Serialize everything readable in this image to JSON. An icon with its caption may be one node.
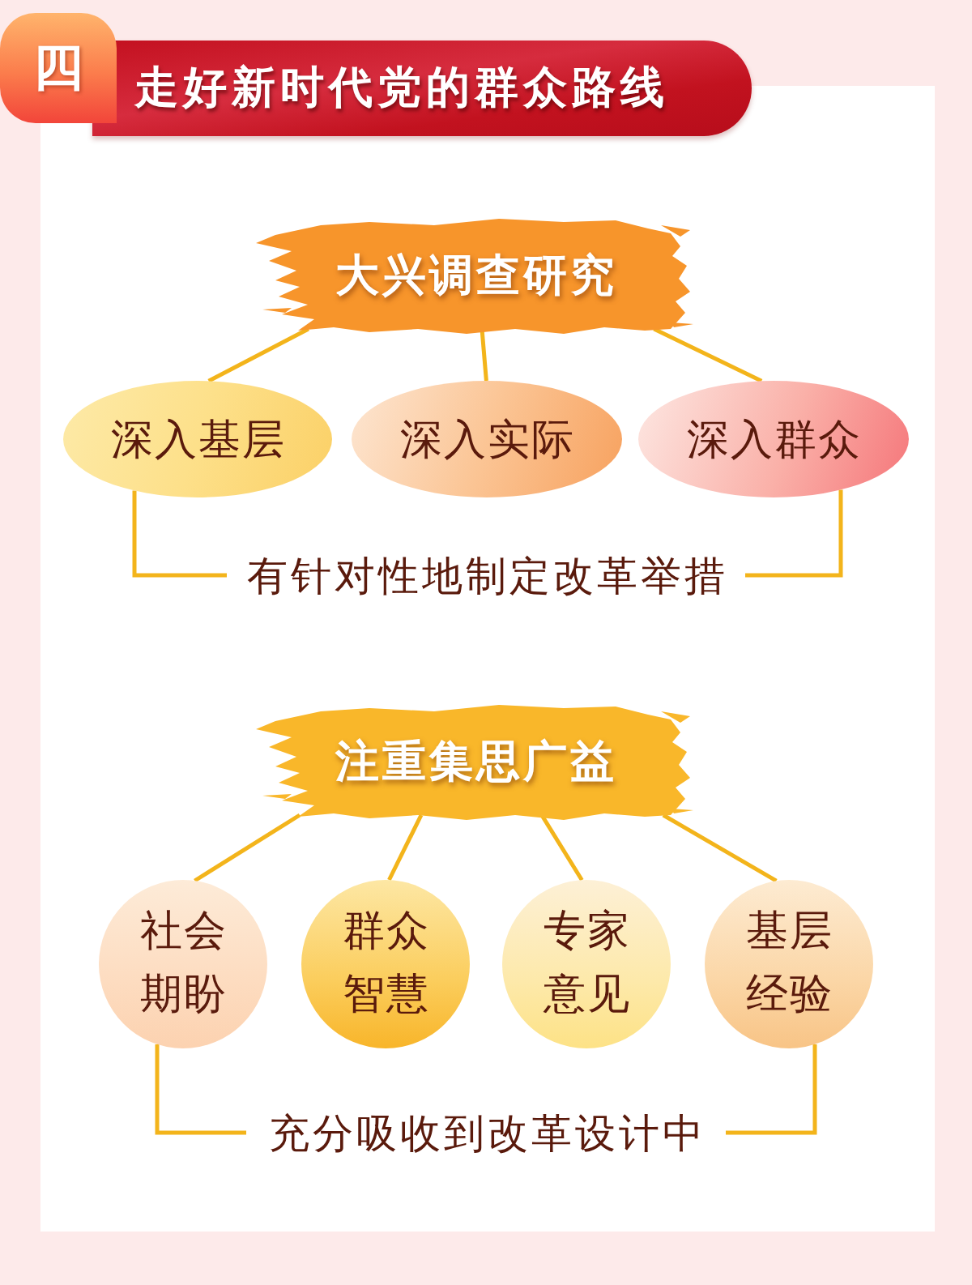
{
  "diagram": {
    "title": "走好新时代党的群众路线",
    "nodes": [
      {
        "text": [
          "大兴调查研究"
        ]
      },
      {
        "text": [
          "深入基层"
        ]
      },
      {
        "text": [
          "深入实际"
        ]
      },
      {
        "text": [
          "深入群众"
        ]
      },
      {
        "text": [
          "有针对性地制定改革举措"
        ]
      },
      {
        "text": [
          "注重集思广益"
        ]
      },
      {
        "text": [
          "社会期盼"
        ]
      },
      {
        "text": [
          "群众智慧"
        ]
      },
      {
        "text": [
          "专家意见"
        ]
      },
      {
        "text": [
          "基层经验"
        ]
      },
      {
        "text": [
          "充分吸收到改革设计中"
        ]
      }
    ],
    "edges": [
      {
        "from": 0,
        "to": 1,
        "arrow": "none"
      },
      {
        "from": 0,
        "to": 2,
        "arrow": "none"
      },
      {
        "from": 0,
        "to": 3,
        "arrow": "none"
      },
      {
        "from": 1,
        "to": 4,
        "arrow": "none"
      },
      {
        "from": 3,
        "to": 4,
        "arrow": "none"
      },
      {
        "from": 5,
        "to": 6,
        "arrow": "none"
      },
      {
        "from": 5,
        "to": 7,
        "arrow": "none"
      },
      {
        "from": 5,
        "to": 8,
        "arrow": "none"
      },
      {
        "from": 5,
        "to": 9,
        "arrow": "none"
      },
      {
        "from": 6,
        "to": 10,
        "arrow": "none"
      },
      {
        "from": 9,
        "to": 10,
        "arrow": "none"
      }
    ],
    "labels": [
      "四"
    ]
  }
}
